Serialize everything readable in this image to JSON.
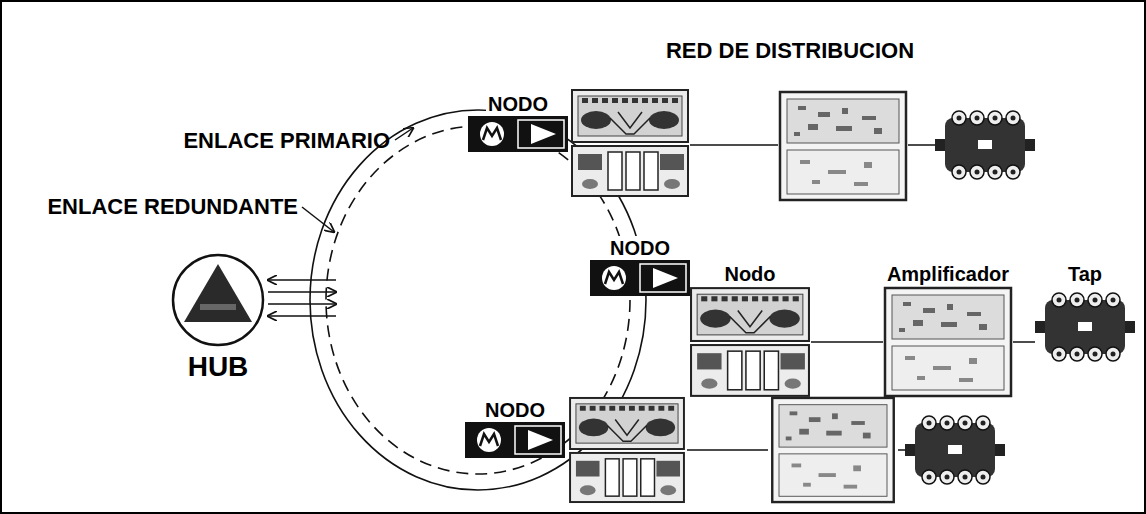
{
  "diagram": {
    "nodes": [
      {
        "text": [
          "HUB"
        ]
      },
      {
        "text": [
          "NODO"
        ]
      },
      {
        "text": [
          "NODO"
        ]
      },
      {
        "text": [
          "NODO"
        ]
      },
      {
        "text": [
          "Nodo"
        ]
      },
      {
        "text": [
          "Amplificador"
        ]
      },
      {
        "text": [
          "Tap"
        ]
      }
    ],
    "edges": [
      {
        "from": 4,
        "to": 5,
        "arrow": "none"
      },
      {
        "from": 5,
        "to": 6,
        "arrow": "none"
      }
    ],
    "labels": [
      "RED DE DISTRIBUCION",
      "ENLACE PRIMARIO",
      "ENLACE REDUNDANTE"
    ]
  }
}
